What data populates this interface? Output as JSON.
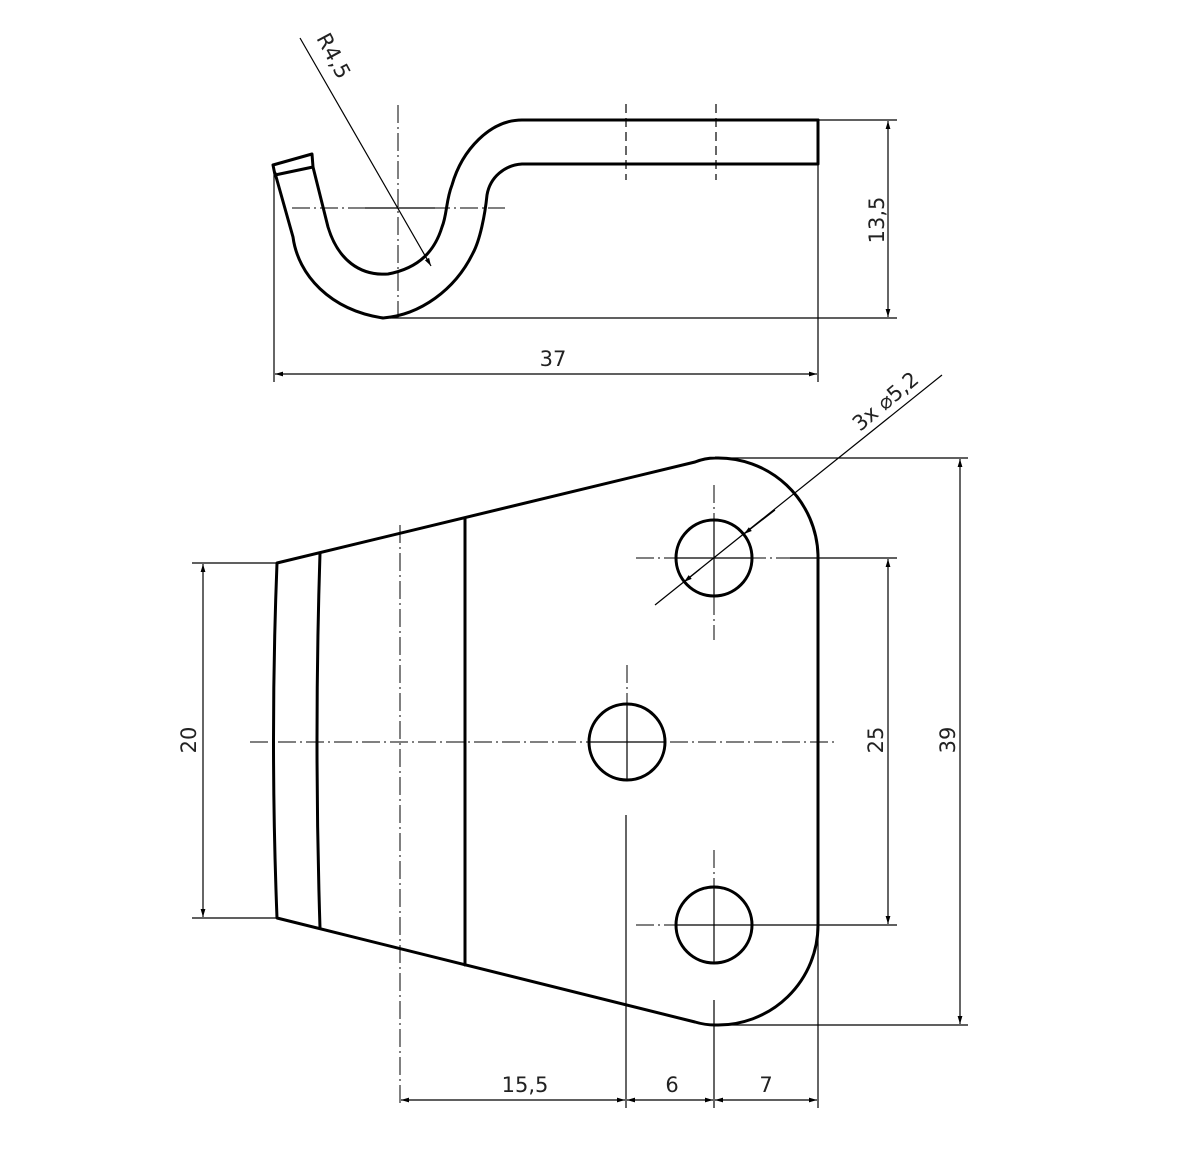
{
  "drawing": {
    "side_view": {
      "radius_label": "R4,5",
      "height_label": "13,5",
      "width_label": "37"
    },
    "top_view": {
      "hole_label": "3x ⌀5,2",
      "left_height_label": "20",
      "hole_spacing_label": "25",
      "total_height_label": "39",
      "dim_a_label": "15,5",
      "dim_b_label": "6",
      "dim_c_label": "7"
    }
  }
}
